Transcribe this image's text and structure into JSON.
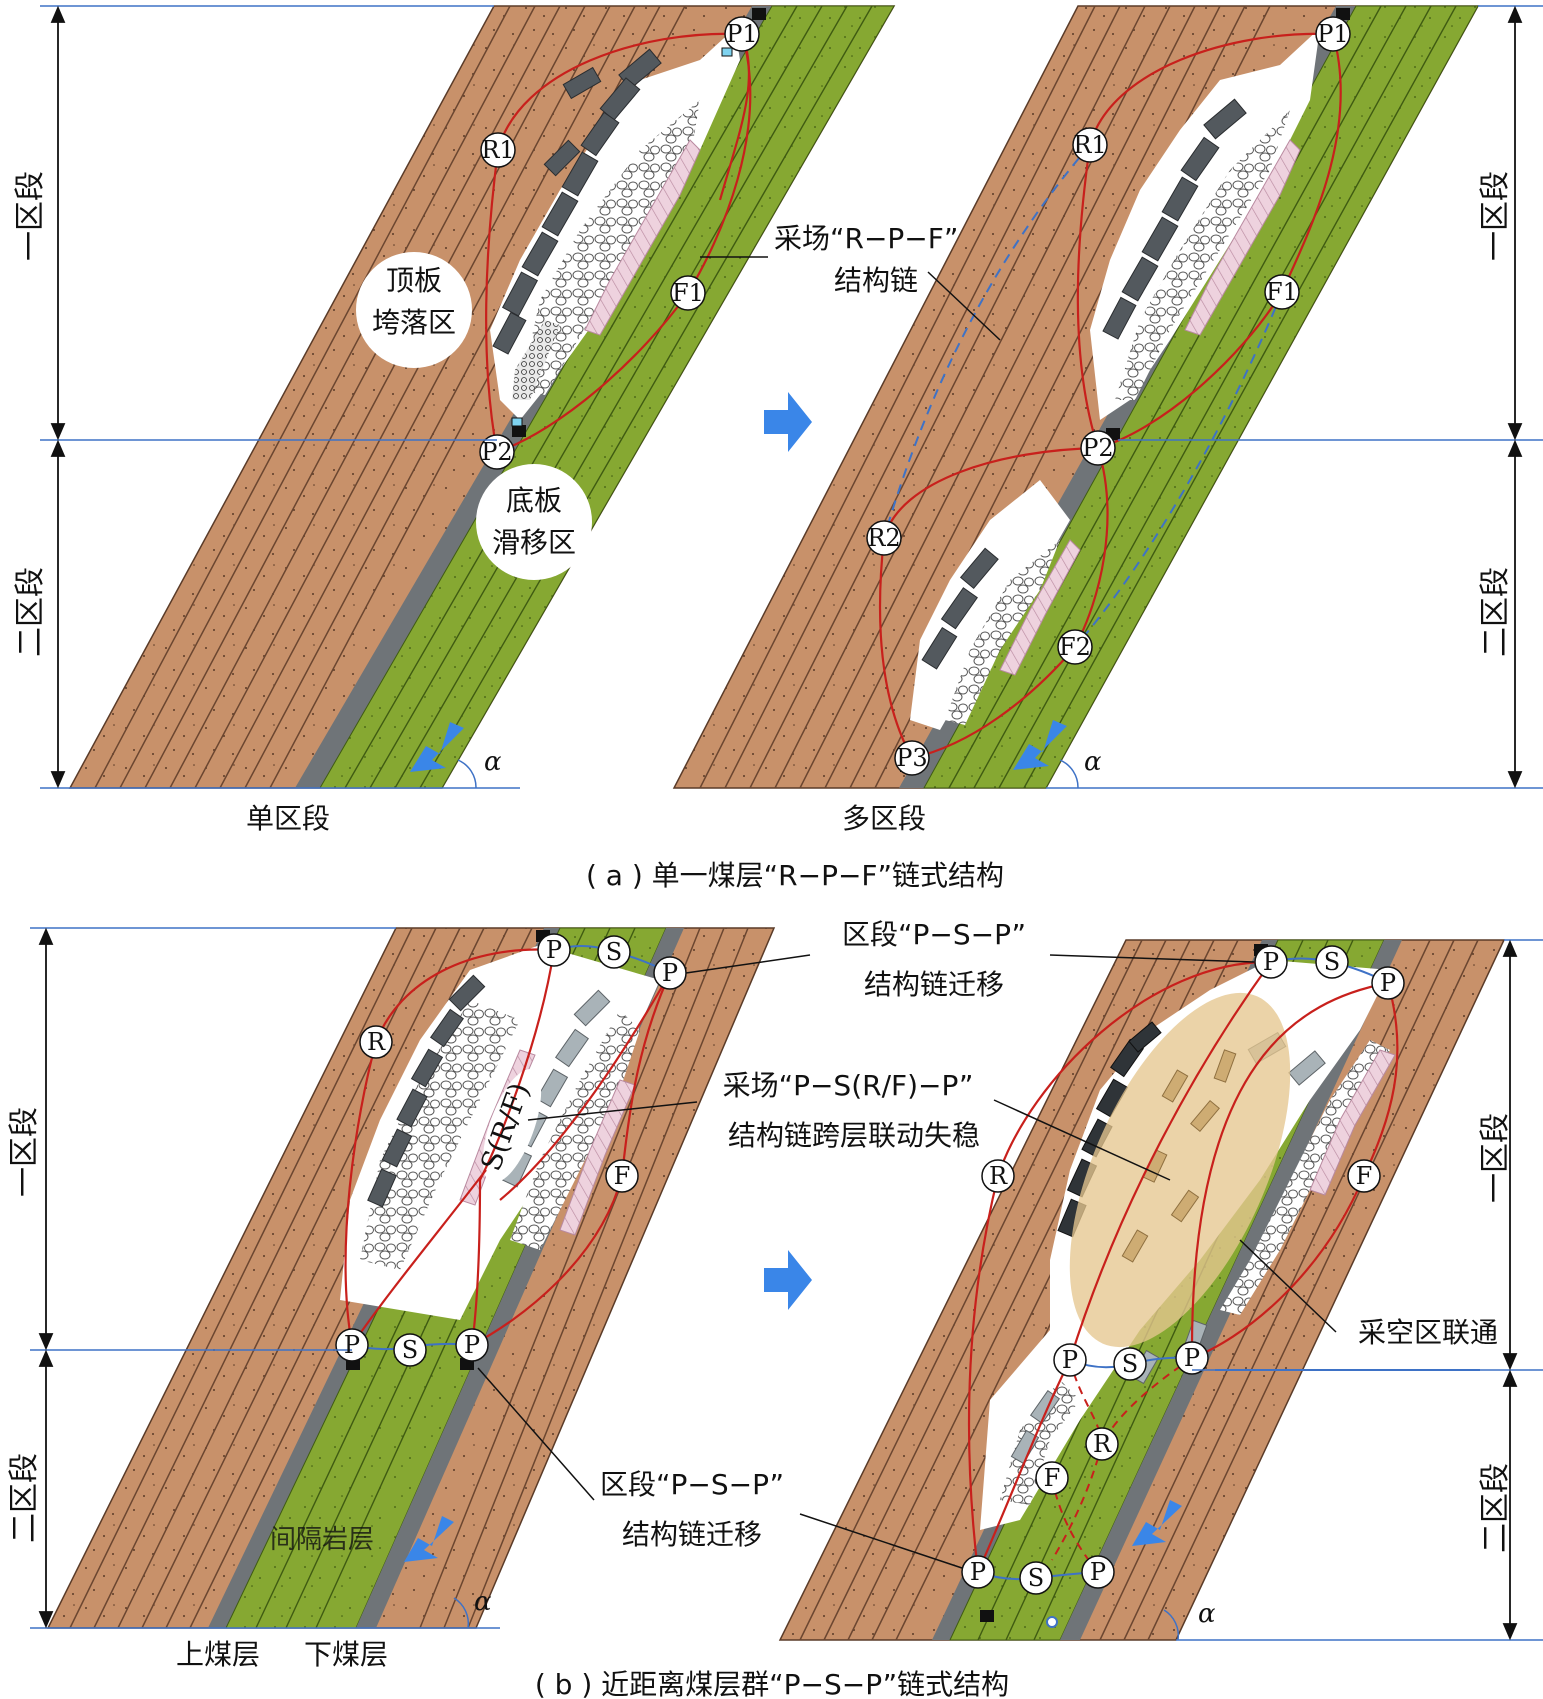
{
  "panel_a": {
    "caption": "( a ) 单一煤层“R−P−F”链式结构",
    "left_label": "单区段",
    "right_label": "多区段",
    "zone1": "一区段",
    "zone2": "二区段",
    "roof_zone": [
      "顶板",
      "垮落区"
    ],
    "floor_zone": [
      "底板",
      "滑移区"
    ],
    "callout": [
      "采场“R−P−F”",
      "结构链"
    ],
    "alpha": "α",
    "nodes_left": {
      "p1": "P1",
      "r1": "R1",
      "f1": "F1",
      "p2": "P2"
    },
    "nodes_right": {
      "p1": "P1",
      "r1": "R1",
      "f1": "F1",
      "p2": "P2",
      "r2": "R2",
      "f2": "F2",
      "p3": "P3"
    }
  },
  "panel_b": {
    "caption": "( b ) 近距离煤层群“P−S−P”链式结构",
    "zone1": "一区段",
    "zone2": "二区段",
    "upper_seam": "上煤层",
    "lower_seam": "下煤层",
    "interlayer": "间隔岩层",
    "callout_top": [
      "区段“P−S−P”",
      "结构链迁移"
    ],
    "callout_mid": [
      "采场“P−S(R/F)−P”",
      "结构链跨层联动失稳"
    ],
    "callout_goaf": "采空区联通",
    "callout_bottom": [
      "区段“P−S−P”",
      "结构链迁移"
    ],
    "srf_label": "S(R/F)",
    "alpha": "α",
    "nodes": {
      "p": "P",
      "s": "S",
      "r": "R",
      "f": "F"
    }
  },
  "colors": {
    "roof": "#c8916a",
    "coal_green": "#86a832",
    "coal_gray": "#6f7478",
    "dark_block": "#53595e",
    "light_block": "#a9b3b8",
    "pink": "#e8c8d8",
    "chain_red": "#c8201c",
    "guide_blue": "#3e72c6",
    "arrow_blue": "#3a86e8",
    "goaf_ellipse": "#e6c68f"
  }
}
